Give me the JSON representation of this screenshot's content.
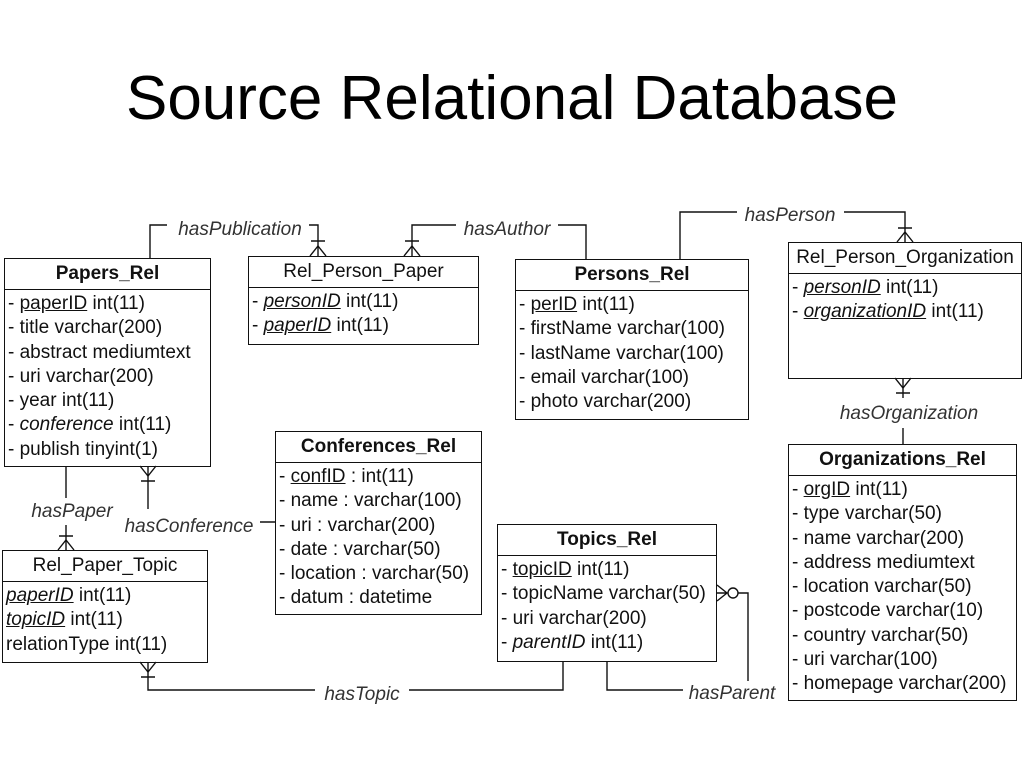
{
  "title": "Source Relational Database",
  "entities": [
    {
      "name": "Papers_Rel",
      "fields": [
        {
          "prefix": "- ",
          "name": "paperID",
          "type": "int(11)",
          "underline": true
        },
        {
          "prefix": "- ",
          "name": "title",
          "type": "varchar(200)"
        },
        {
          "prefix": "- ",
          "name": "abstract",
          "type": "mediumtext"
        },
        {
          "prefix": "- ",
          "name": "uri",
          "type": "varchar(200)"
        },
        {
          "prefix": "- ",
          "name": "year",
          "type": "int(11)"
        },
        {
          "prefix": "- ",
          "name": "conference",
          "type": "int(11)",
          "italic": true
        },
        {
          "prefix": "- ",
          "name": "publish",
          "type": "tinyint(1)"
        }
      ]
    },
    {
      "name": "Rel_Person_Paper",
      "fields": [
        {
          "prefix": "- ",
          "name": "personID",
          "type": "int(11)",
          "italic": true,
          "underline": true
        },
        {
          "prefix": "- ",
          "name": "paperID",
          "type": "int(11)",
          "italic": true,
          "underline": true
        }
      ]
    },
    {
      "name": "Persons_Rel",
      "fields": [
        {
          "prefix": "- ",
          "name": "perID",
          "type": "int(11)",
          "underline": true
        },
        {
          "prefix": "- ",
          "name": "firstName",
          "type": "varchar(100)"
        },
        {
          "prefix": "- ",
          "name": "lastName",
          "type": "varchar(100)"
        },
        {
          "prefix": "- ",
          "name": "email",
          "type": "varchar(100)"
        },
        {
          "prefix": "- ",
          "name": "photo",
          "type": "varchar(200)"
        }
      ]
    },
    {
      "name": "Rel_Person_Organization",
      "fields": [
        {
          "prefix": "- ",
          "name": "personID",
          "type": "int(11)",
          "italic": true,
          "underline": true
        },
        {
          "prefix": "- ",
          "name": "organizationID",
          "type": "int(11)",
          "italic": true,
          "underline": true
        }
      ]
    },
    {
      "name": "Conferences_Rel",
      "fields": [
        {
          "prefix": "- ",
          "name": "confID",
          "type": ": int(11)",
          "underline": true
        },
        {
          "prefix": "- ",
          "name": "name",
          "type": ": varchar(100)"
        },
        {
          "prefix": "- ",
          "name": "uri",
          "type": ": varchar(200)"
        },
        {
          "prefix": "- ",
          "name": "date",
          "type": ": varchar(50)"
        },
        {
          "prefix": "- ",
          "name": "location",
          "type": ": varchar(50)"
        },
        {
          "prefix": "- ",
          "name": "datum",
          "type": ": datetime"
        }
      ]
    },
    {
      "name": "Organizations_Rel",
      "fields": [
        {
          "prefix": "- ",
          "name": "orgID",
          "type": "int(11)",
          "underline": true
        },
        {
          "prefix": "- ",
          "name": "type",
          "type": "varchar(50)"
        },
        {
          "prefix": "- ",
          "name": "name",
          "type": "varchar(200)"
        },
        {
          "prefix": "- ",
          "name": "address",
          "type": "mediumtext"
        },
        {
          "prefix": "- ",
          "name": "location",
          "type": "varchar(50)"
        },
        {
          "prefix": "- ",
          "name": "postcode",
          "type": "varchar(10)"
        },
        {
          "prefix": "- ",
          "name": "country",
          "type": "varchar(50)"
        },
        {
          "prefix": "- ",
          "name": "uri",
          "type": "varchar(100)"
        },
        {
          "prefix": "- ",
          "name": "homepage",
          "type": "varchar(200)"
        }
      ]
    },
    {
      "name": "Topics_Rel",
      "fields": [
        {
          "prefix": "- ",
          "name": "topicID",
          "type": "int(11)",
          "underline": true
        },
        {
          "prefix": "- ",
          "name": "topicName",
          "type": "varchar(50)"
        },
        {
          "prefix": "- ",
          "name": "uri",
          "type": "varchar(200)"
        },
        {
          "prefix": "- ",
          "name": "parentID",
          "type": "int(11)",
          "italic": true
        }
      ]
    },
    {
      "name": "Rel_Paper_Topic",
      "fields": [
        {
          "name": "paperID",
          "type": "int(11)",
          "italic": true,
          "underline": true
        },
        {
          "name": "topicID",
          "type": "int(11)",
          "italic": true,
          "underline": true
        },
        {
          "name": "relationType",
          "type": "int(11)"
        }
      ]
    }
  ],
  "relationships": [
    {
      "label": "hasPublication"
    },
    {
      "label": "hasAuthor"
    },
    {
      "label": "hasPerson"
    },
    {
      "label": "hasOrganization"
    },
    {
      "label": "hasPaper"
    },
    {
      "label": "hasConference"
    },
    {
      "label": "hasTopic"
    },
    {
      "label": "hasParent"
    }
  ]
}
